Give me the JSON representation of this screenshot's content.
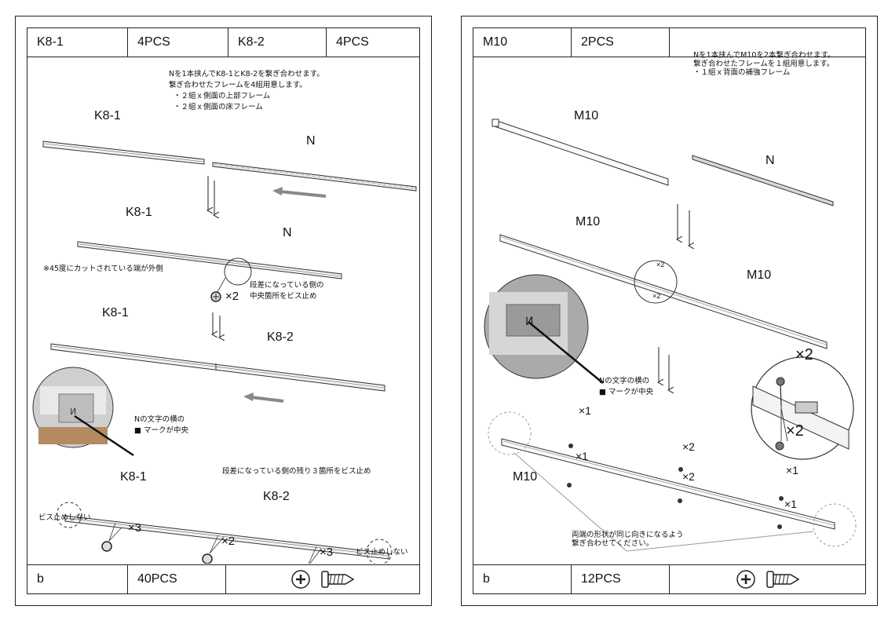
{
  "left": {
    "header": {
      "part1": "K8-1",
      "qty1": "4PCS",
      "part2": "K8-2",
      "qty2": "4PCS"
    },
    "instructions": [
      "Nを1本挟んでK8-1とK8-2を繋ぎ合わせます。",
      "繋ぎ合わせたフレームを4組用意します。",
      "・２組ｘ側面の上部フレーム",
      "・２組ｘ側面の床フレーム"
    ],
    "labels": {
      "k81_a": "K8-1",
      "n_a": "N",
      "k81_b": "K8-1",
      "n_b": "N",
      "k81_c": "K8-1",
      "k82_c": "K8-2",
      "k81_d": "K8-1",
      "k82_d": "K8-2"
    },
    "notes": {
      "cut45": "※45度にカットされている端が外側",
      "step_side_1": "段差になっている側の",
      "step_side_2": "中央箇所をビス止め",
      "mark_1": "Nの文字の横の",
      "mark_2": "■ マークが中央",
      "remaining": "段差になっている側の残り３箇所をビス止め",
      "no_screw_left": "ビス止めしない",
      "no_screw_right": "ビス止めしない"
    },
    "quantities": {
      "center": "×2",
      "left3": "×3",
      "mid2": "×2",
      "right3": "×3"
    },
    "footer": {
      "part": "b",
      "qty": "40PCS"
    }
  },
  "right": {
    "header": {
      "part": "M10",
      "qty": "2PCS"
    },
    "instructions": [
      "Nを1本挟んでM10を2本繋ぎ合わせます。",
      "繋ぎ合わせたフレームを１組用意します。",
      "・１組ｘ背面の補強フレーム"
    ],
    "labels": {
      "m10_a": "M10",
      "n_a": "N",
      "m10_b": "M10",
      "m10_c": "M10",
      "m10_d": "M10"
    },
    "notes": {
      "mark_1": "Nの文字の横の",
      "mark_2": "■ マークが中央",
      "same_shape_1": "両端の形状が同じ向きになるよう",
      "same_shape_2": "繋ぎ合わせてください。"
    },
    "quantities": {
      "c_top": "×2",
      "c_bot": "×2",
      "det_top": "×2",
      "det_bot": "×2",
      "a_top": "×1",
      "a_bot": "×1",
      "b_top": "×2",
      "b_bot": "×2",
      "d_top": "×1",
      "d_bot": "×1"
    },
    "footer": {
      "part": "b",
      "qty": "12PCS"
    }
  },
  "icons": [
    "phillips-head-icon",
    "screw-icon"
  ]
}
